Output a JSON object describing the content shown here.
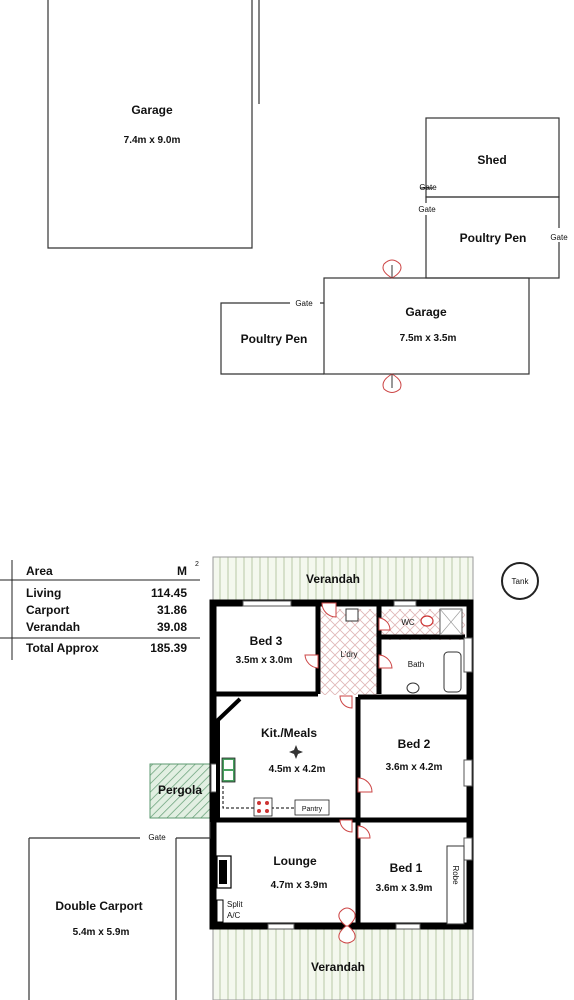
{
  "outbuildings": {
    "garage1": {
      "name": "Garage",
      "size": "7.4m x 9.0m"
    },
    "shed": {
      "name": "Shed"
    },
    "poultry_pen_right": {
      "name": "Poultry Pen"
    },
    "garage2": {
      "name": "Garage",
      "size": "7.5m x 3.5m"
    },
    "poultry_pen_left": {
      "name": "Poultry Pen"
    },
    "gate_label": "Gate"
  },
  "area_table": {
    "header": {
      "label": "Area",
      "unit": "M",
      "unit_sup": "2"
    },
    "rows": [
      {
        "label": "Living",
        "value": "114.45"
      },
      {
        "label": "Carport",
        "value": "31.86"
      },
      {
        "label": "Verandah",
        "value": "39.08"
      }
    ],
    "total": {
      "label": "Total Approx",
      "value": "185.39"
    }
  },
  "tank": {
    "label": "Tank"
  },
  "house": {
    "verandah_top": "Verandah",
    "verandah_bottom": "Verandah",
    "bed3": {
      "name": "Bed 3",
      "size": "3.5m x 3.0m"
    },
    "laundry": "L'dry",
    "wc": "WC",
    "bath": "Bath",
    "kitchen": {
      "name": "Kit./Meals",
      "size": "4.5m x 4.2m"
    },
    "pantry": "Pantry",
    "bed2": {
      "name": "Bed 2",
      "size": "3.6m x 4.2m"
    },
    "pergola": "Pergola",
    "lounge": {
      "name": "Lounge",
      "size": "4.7m x 3.9m"
    },
    "split_ac": [
      "Split",
      "A/C"
    ],
    "bed1": {
      "name": "Bed 1",
      "size": "3.6m x 3.9m"
    },
    "robe": "Robe"
  },
  "carport": {
    "name": "Double Carport",
    "size": "5.4m x 5.9m",
    "gate": "Gate"
  }
}
